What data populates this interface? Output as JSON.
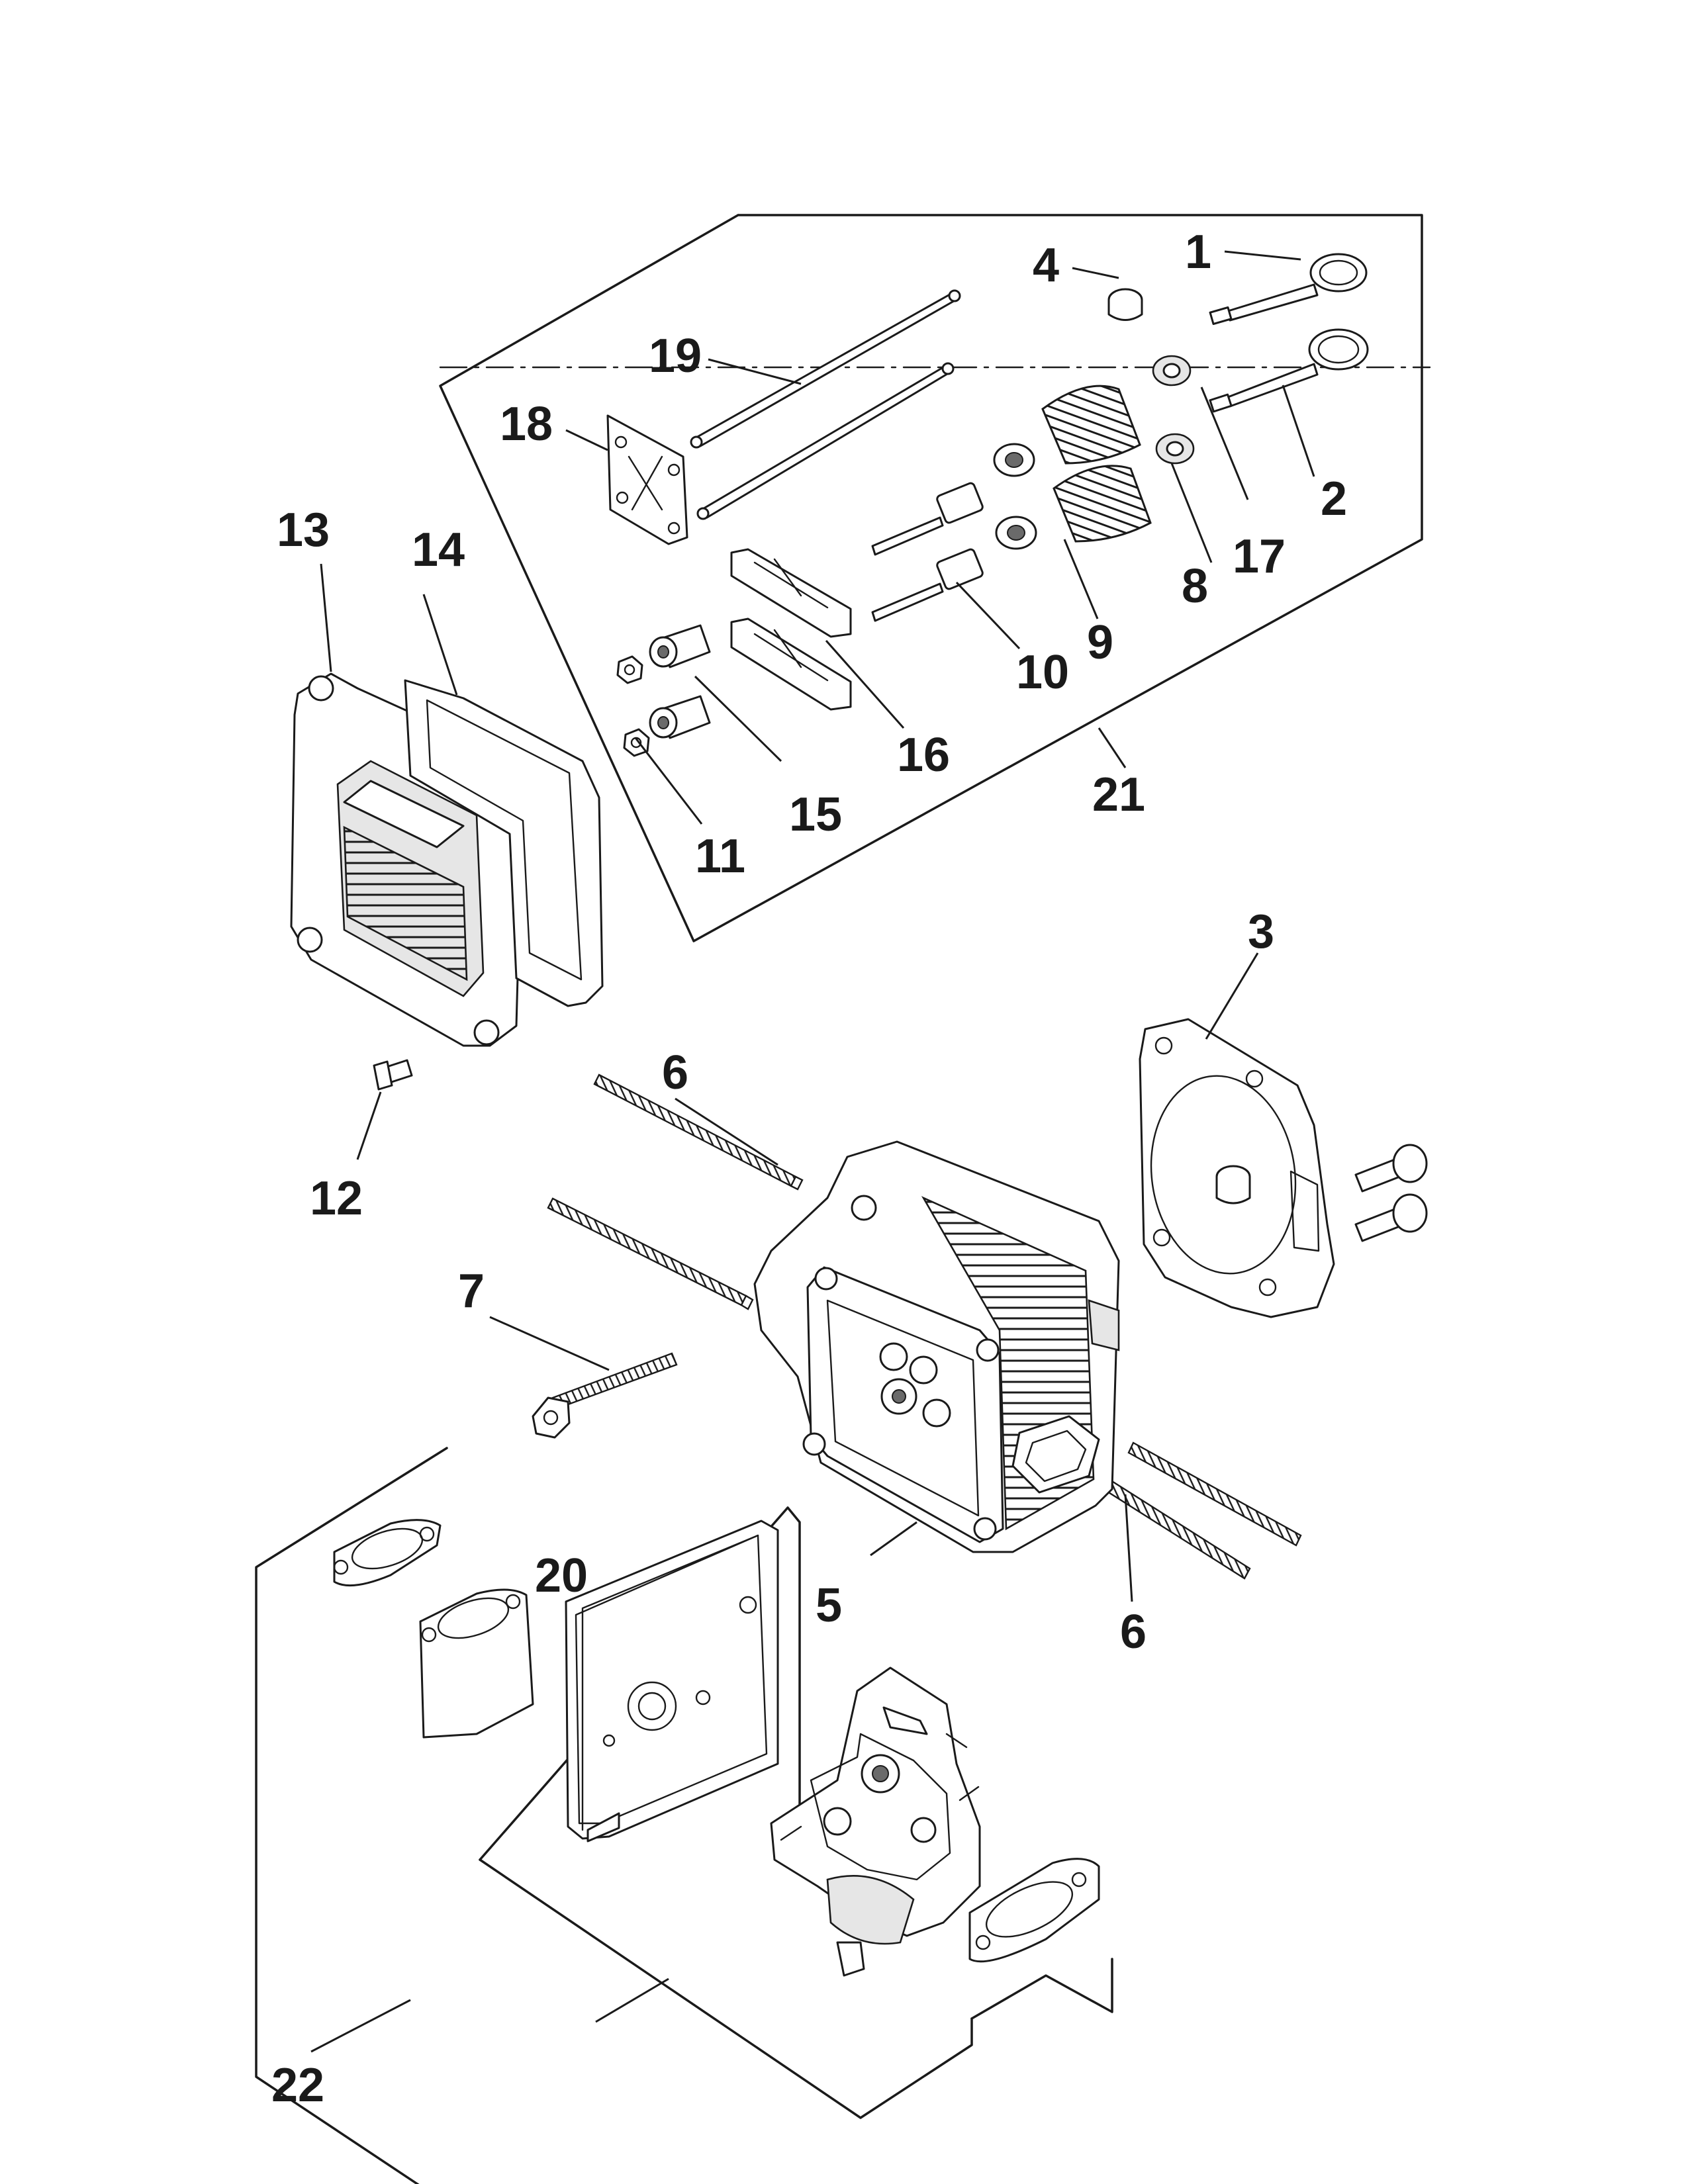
{
  "callouts": {
    "c1": "1",
    "c2": "2",
    "c3": "3",
    "c4": "4",
    "c5": "5",
    "c6a": "6",
    "c6b": "6",
    "c7": "7",
    "c8": "8",
    "c9": "9",
    "c10": "10",
    "c11": "11",
    "c12": "12",
    "c13": "13",
    "c14": "14",
    "c15": "15",
    "c16": "16",
    "c17": "17",
    "c18": "18",
    "c19": "19",
    "c20": "20",
    "c21": "21",
    "c22": "22"
  }
}
